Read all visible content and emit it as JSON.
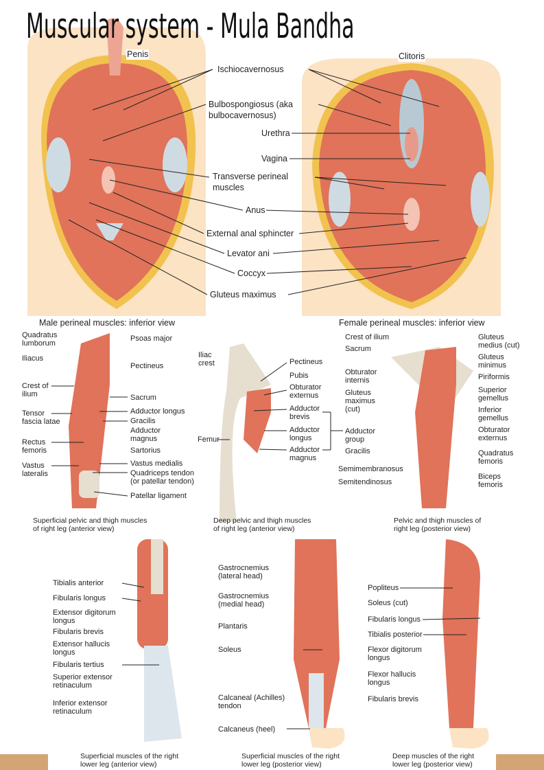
{
  "title": "Muscular system - Mula Bandha",
  "colors": {
    "muscle": "#e0735a",
    "bone": "#e6dfd0",
    "skin": "#fbe3c4",
    "accent_bar": "#d4a574"
  },
  "perineal": {
    "labels": [
      "Penis",
      "Clitoris",
      "Ischiocavernosus",
      "Bulbospongiosus (aka",
      "bulbocavernosus)",
      "Urethra",
      "Vagina",
      "Transverse perineal",
      "muscles",
      "Anus",
      "External anal sphincter",
      "Levator ani",
      "Coccyx",
      "Gluteus maximus"
    ],
    "male_caption": "Male perineal muscles: inferior view",
    "female_caption": "Female perineal muscles: inferior view"
  },
  "thigh_anterior": {
    "labels": [
      "Quadratus\nlumborum",
      "Iliacus",
      "Crest of\nilium",
      "Tensor\nfascia latae",
      "Rectus\nfemoris",
      "Vastus\nlateralis",
      "Psoas major",
      "Pectineus",
      "Sacrum",
      "Adductor longus",
      "Gracilis",
      "Adductor\nmagnus",
      "Sartorius",
      "Vastus medialis",
      "Quadriceps tendon\n(or patellar tendon)",
      "Patellar ligament"
    ],
    "caption": "Superficial pelvic and thigh muscles\nof right leg (anterior view)"
  },
  "thigh_deep": {
    "labels": [
      "Iliac\ncrest",
      "Pectineus",
      "Pubis",
      "Obturator\nexternus",
      "Adductor\nbrevis",
      "Adductor\nlongus",
      "Adductor\nmagnus",
      "Femur",
      "Adductor\ngroup"
    ],
    "caption": "Deep pelvic and thigh muscles\nof right leg (anterior view)"
  },
  "thigh_posterior": {
    "labels": [
      "Crest of ilium",
      "Sacrum",
      "Obturator\ninternis",
      "Gluteus\nmaximus\n(cut)",
      "Gracilis",
      "Semimembranosus",
      "Semitendinosus",
      "Gluteus\nmedius (cut)",
      "Gluteus\nminimus",
      "Piriformis",
      "Superior\ngemellus",
      "Inferior\ngemellus",
      "Obturator\nexternus",
      "Quadratus\nfemoris",
      "Biceps\nfemoris"
    ],
    "caption": "Pelvic and thigh muscles of\nright leg (posterior view)"
  },
  "leg_anterior": {
    "labels": [
      "Tibialis anterior",
      "Fibularis longus",
      "Extensor digitorum\nlongus",
      "Fibularis brevis",
      "Extensor hallucis\nlongus",
      "Fibularis tertius",
      "Superior extensor\nretinaculum",
      "Inferior extensor\nretinaculum"
    ],
    "caption": "Superficial muscles of the right\nlower leg (anterior view)"
  },
  "leg_posterior": {
    "labels": [
      "Gastrocnemius\n(lateral head)",
      "Gastrocnemius\n(medial head)",
      "Plantaris",
      "Soleus",
      "Calcaneal (Achilles)\ntendon",
      "Calcaneus (heel)"
    ],
    "caption": "Superficial muscles of the right\nlower leg (posterior view)"
  },
  "leg_deep": {
    "labels": [
      "Popliteus",
      "Soleus (cut)",
      "Fibularis longus",
      "Tibialis posterior",
      "Flexor digitorum\nlongus",
      "Flexor hallucis\nlongus",
      "Fibularis brevis"
    ],
    "caption": "Deep muscles of the right\nlower leg (posterior view)"
  }
}
